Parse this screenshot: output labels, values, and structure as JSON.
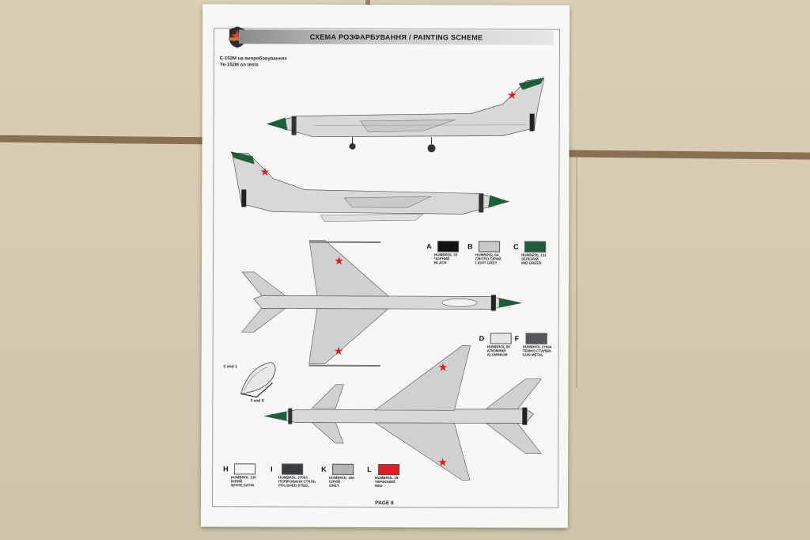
{
  "header": {
    "title": "СХЕМА РОЗФАРБУВАННЯ / PAINTING SCHEME"
  },
  "caption": {
    "line1": "E-152M на випробовуваннях",
    "line2": "Ye-152M on tests"
  },
  "swatches_top": [
    {
      "letter": "A",
      "name": "HUMBROL 33",
      "ua": "ЧОРНИЙ",
      "en": "BLACK",
      "color": "#111111"
    },
    {
      "letter": "B",
      "name": "HUMBROL 64",
      "ua": "СВІТЛО-СІРИЙ",
      "en": "LIGHT GREY",
      "color": "#c9c9c9"
    },
    {
      "letter": "C",
      "name": "HUMBROL 131",
      "ua": "ЗЕЛЕНИЙ",
      "en": "MID GREEN",
      "color": "#1f5e3b"
    }
  ],
  "swatches_mid": [
    {
      "letter": "D",
      "name": "HUMBROL 56",
      "ua": "АЛЮМІНІЙ",
      "en": "ALUMINIUM",
      "color": "#e6e6e6"
    },
    {
      "letter": "F",
      "name": "HUMBROL 27004",
      "ua": "ТЕМНО СТАЛЕВ.",
      "en": "GUN METAL",
      "color": "#55575a"
    }
  ],
  "swatches_bottom": [
    {
      "letter": "H",
      "name": "HUMBROL 130",
      "ua": "БІЛИЙ",
      "en": "WHITE SATIN",
      "color": "#f4f4f4"
    },
    {
      "letter": "I",
      "name": "HUMBROL 27003",
      "ua": "ПОЛІРОВАНА СТАЛЬ",
      "en": "POLISHED STEEL",
      "color": "#3a3d40"
    },
    {
      "letter": "K",
      "name": "HUMBROL 166",
      "ua": "СІРИЙ",
      "en": "GREY",
      "color": "#b5b5b5"
    },
    {
      "letter": "L",
      "name": "HUMBROL 19",
      "ua": "ЧЕРВОНИЙ",
      "en": "RED",
      "color": "#e02020"
    }
  ],
  "canopy_note": {
    "top": "2 and 1",
    "bottom": "3 and 8"
  },
  "footer": {
    "page": "PAGE 8"
  }
}
